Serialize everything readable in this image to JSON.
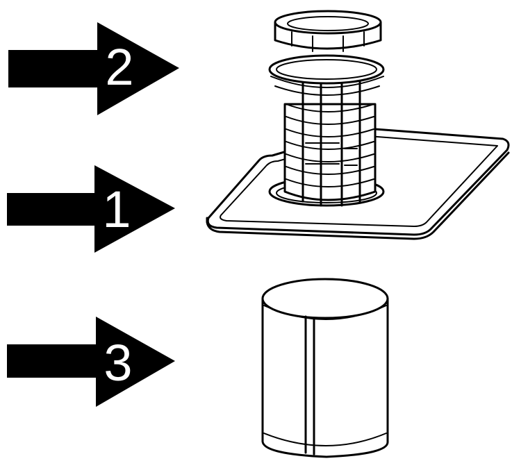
{
  "arrows": [
    {
      "label": "2"
    },
    {
      "label": "1"
    },
    {
      "label": "3"
    }
  ],
  "colors": {
    "ink": "#000000",
    "paper": "#ffffff"
  }
}
